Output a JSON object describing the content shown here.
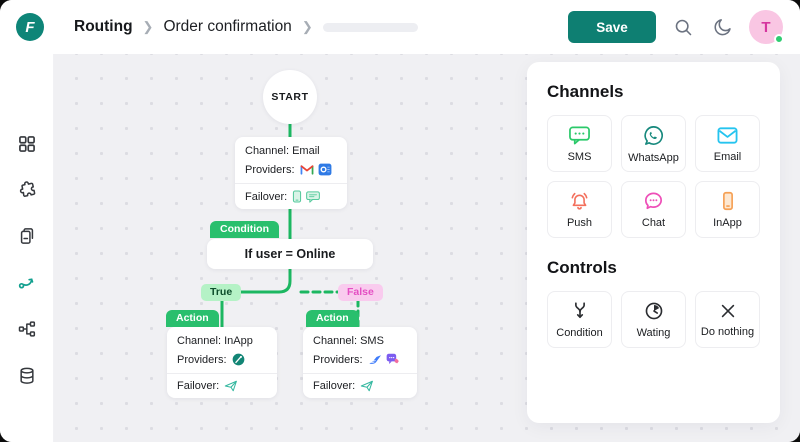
{
  "colors": {
    "accent_teal": "#0e7f72",
    "flow_green": "#1cb761",
    "tag_green": "#29bf6d",
    "true_bg": "#b5f2c6",
    "false_pink": "#e44fc3",
    "avatar_pink": "#f9c6e3",
    "canvas_bg": "#f0f0f3"
  },
  "header": {
    "logo_letter": "F",
    "breadcrumb": [
      "Routing",
      "Order confirmation"
    ],
    "save_label": "Save",
    "icons": [
      "search-icon",
      "moon-icon"
    ],
    "avatar_initial": "T"
  },
  "sidebar": {
    "items": [
      {
        "name": "dashboard-grid-icon",
        "active": false
      },
      {
        "name": "integrations-puzzle-icon",
        "active": false
      },
      {
        "name": "documents-icon",
        "active": false
      },
      {
        "name": "routing-icon",
        "active": true
      },
      {
        "name": "hierarchy-icon",
        "active": false
      },
      {
        "name": "database-icon",
        "active": false
      }
    ]
  },
  "flow": {
    "start_label": "START",
    "email_node": {
      "channel": "Channel: Email",
      "providers_label": "Providers:",
      "provider_icons": [
        "gmail-icon",
        "outlook-icon"
      ],
      "failover_label": "Failover:",
      "failover_icons": [
        "phone-icon",
        "chat-icon"
      ]
    },
    "condition": {
      "tag": "Condition",
      "text": "If user = Online",
      "true_label": "True",
      "false_label": "False"
    },
    "action_inapp": {
      "tag": "Action",
      "channel": "Channel: InApp",
      "providers_label": "Providers:",
      "provider_icons": [
        "onesignal-icon"
      ],
      "failover_label": "Failover:",
      "failover_icons": [
        "send-plane-icon"
      ]
    },
    "action_sms": {
      "tag": "Action",
      "channel": "Channel: SMS",
      "providers_label": "Providers:",
      "provider_icons": [
        "bird-icon",
        "purple-chat-icon"
      ],
      "failover_label": "Failover:",
      "failover_icons": [
        "send-plane-icon"
      ]
    }
  },
  "panel": {
    "channels_title": "Channels",
    "channels": [
      {
        "label": "SMS",
        "icon": "sms-bubble-icon",
        "color": "#2bc96a"
      },
      {
        "label": "WhatsApp",
        "icon": "whatsapp-icon",
        "color": "#17897d"
      },
      {
        "label": "Email",
        "icon": "envelope-icon",
        "color": "#25c4ef"
      },
      {
        "label": "Push",
        "icon": "bell-icon",
        "color": "#f3705d"
      },
      {
        "label": "Chat",
        "icon": "chat-bubble-icon",
        "color": "#ee4fb8"
      },
      {
        "label": "InApp",
        "icon": "phone-icon",
        "color": "#f5a054"
      }
    ],
    "controls_title": "Controls",
    "controls": [
      {
        "label": "Condition",
        "icon": "branch-icon"
      },
      {
        "label": "Wating",
        "icon": "clock-icon"
      },
      {
        "label": "Do nothing",
        "icon": "x-icon"
      }
    ]
  }
}
